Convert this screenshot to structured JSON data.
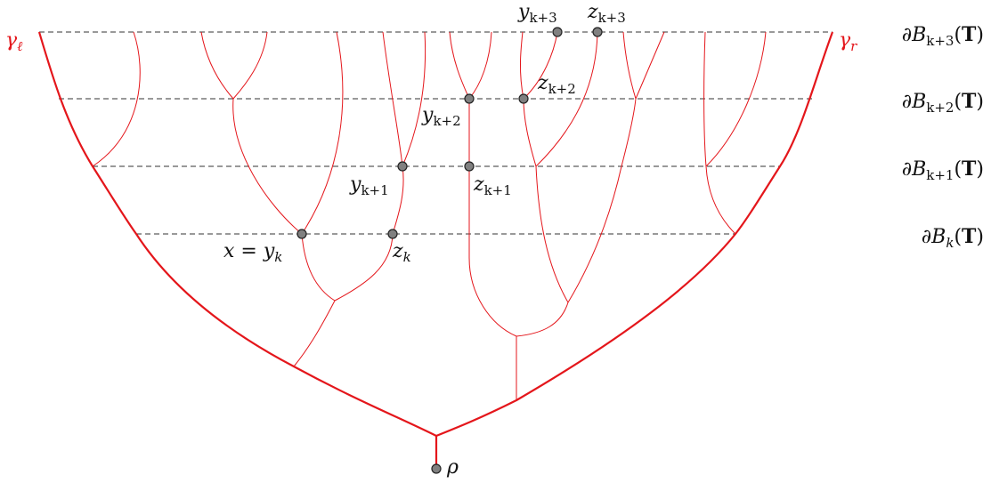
{
  "boundaries": {
    "k3": {
      "prefix": "∂B",
      "sub": "k+3",
      "bold": "T"
    },
    "k2": {
      "prefix": "∂B",
      "sub": "k+2",
      "bold": "T"
    },
    "k1": {
      "prefix": "∂B",
      "sub": "k+1",
      "bold": "T"
    },
    "k": {
      "prefix": "∂B",
      "sub": "k",
      "bold": "T"
    }
  },
  "paths": {
    "left": {
      "base": "γ",
      "sub": "ℓ"
    },
    "right": {
      "base": "γ",
      "sub": "r"
    }
  },
  "vertices": {
    "y_k3": {
      "base": "y",
      "sub": "k+3"
    },
    "z_k3": {
      "base": "z",
      "sub": "k+3"
    },
    "z_k2": {
      "base": "z",
      "sub": "k+2"
    },
    "y_k2": {
      "base": "y",
      "sub": "k+2"
    },
    "y_k1": {
      "base": "y",
      "sub": "k+1"
    },
    "z_k1": {
      "base": "z",
      "sub": "k+1"
    },
    "x_yk": {
      "base": "x = y",
      "sub": "k"
    },
    "z_k": {
      "base": "z",
      "sub": "k"
    },
    "root": {
      "base": "ρ"
    }
  },
  "colors": {
    "tree": "#e4161b",
    "node_fill": "#808080",
    "dashed": "#333333"
  }
}
